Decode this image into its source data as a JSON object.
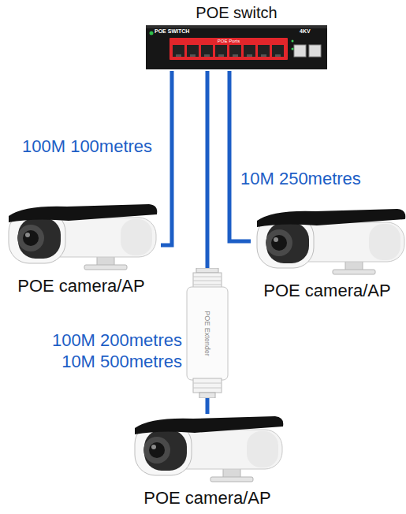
{
  "diagram": {
    "nodes": [
      {
        "text": [
          "POE switch",
          "POE SWITCH",
          "POE Ports",
          "4KV"
        ]
      },
      {
        "text": [
          "POE camera/AP"
        ]
      },
      {
        "text": [
          "POE camera/AP"
        ]
      },
      {
        "text": [
          "POE Extender"
        ]
      },
      {
        "text": [
          "POE camera/AP"
        ]
      }
    ],
    "edges": [
      {
        "from": 0,
        "to": 1,
        "arrow": "none",
        "label": "100M 100metres"
      },
      {
        "from": 0,
        "to": 2,
        "arrow": "none",
        "label": "10M 250metres"
      },
      {
        "from": 0,
        "to": 3,
        "arrow": "none"
      },
      {
        "from": 3,
        "to": 4,
        "arrow": "none"
      }
    ],
    "labels": [
      "100M 200metres",
      "10M 500metres"
    ]
  }
}
